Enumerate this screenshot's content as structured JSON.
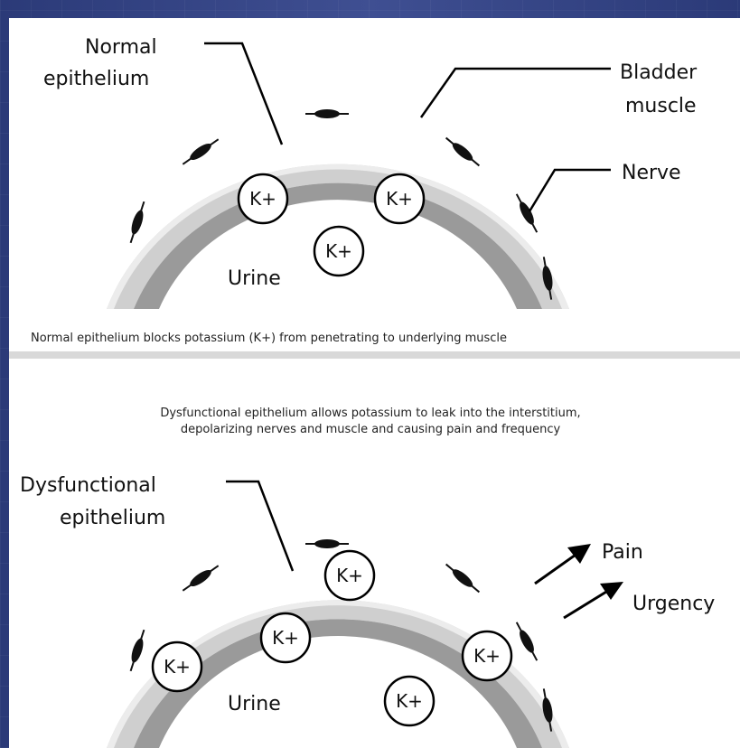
{
  "top": {
    "label_normal_line1": "Normal",
    "label_normal_line2": "epithelium",
    "label_bladder_line1": "Bladder",
    "label_bladder_line2": "muscle",
    "label_nerve": "Nerve",
    "ion_label": "K+",
    "urine_label": "Urine",
    "caption": "Normal epithelium blocks potassium (K+) from penetrating to underlying muscle"
  },
  "bottom": {
    "caption_line1": "Dysfunctional epithelium allows potassium to leak into the interstitium,",
    "caption_line2": "depolarizing nerves and muscle and causing pain and frequency",
    "label_dys_line1": "Dysfunctional",
    "label_dys_line2": "epithelium",
    "label_pain": "Pain",
    "label_urgency": "Urgency",
    "ion_label": "K+",
    "urine_label": "Urine"
  },
  "colors": {
    "muscle_light": "#e6e6e6",
    "muscle_dark": "#b8b8b8",
    "epithelium": "#9a9a9a",
    "nerve": "#111111"
  }
}
